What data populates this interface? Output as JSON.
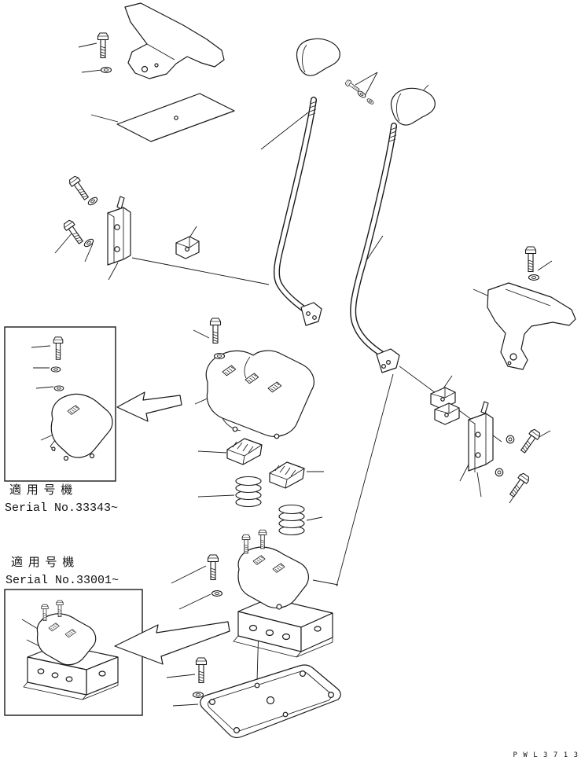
{
  "page": {
    "background": "#ffffff",
    "line_color": "#1a1a1a",
    "kind": "exploded-parts-diagram"
  },
  "annotations": {
    "note_upper": {
      "jp": "適 用 号 機",
      "serial": "Serial No.33343~"
    },
    "note_lower": {
      "jp": "適 用 号 機",
      "serial": "Serial No.33001~"
    },
    "drawing_number": "P W L 3 7 1 3"
  },
  "components": [
    "pedal-lever",
    "mounting-plate",
    "lever-bracket-left",
    "clamp-block",
    "control-rod-left",
    "control-rod-right",
    "lever-knob-left",
    "lever-knob-right",
    "lever-bracket-arm-right",
    "valve-cover",
    "valve-cover-variant",
    "wedge-pad-left",
    "wedge-pad-right",
    "spring-left",
    "spring-right",
    "clamp-half-upper",
    "clamp-half-lower",
    "lever-bracket-right",
    "control-valve",
    "control-valve-variant",
    "gasket",
    "bolts",
    "washers",
    "direction-arrows"
  ]
}
